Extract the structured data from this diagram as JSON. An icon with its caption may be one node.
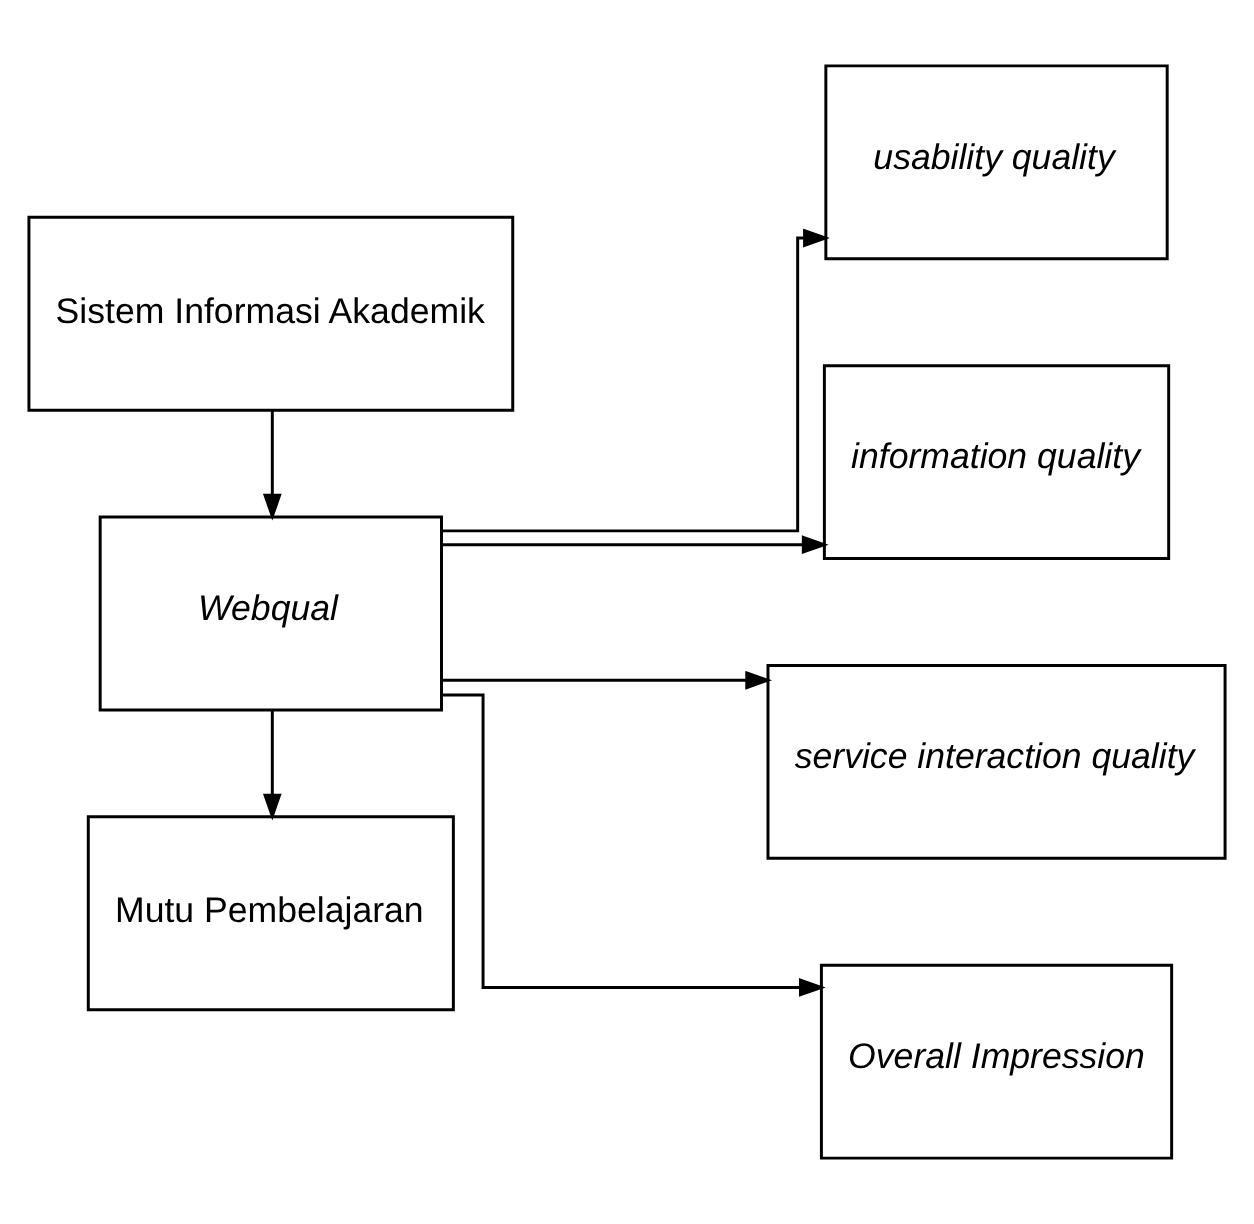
{
  "diagram": {
    "nodes": [
      {
        "text": [
          "Sistem Informasi Akademik"
        ]
      },
      {
        "text": [
          "Webqual"
        ]
      },
      {
        "text": [
          "Mutu Pembelajaran"
        ]
      },
      {
        "text": [
          "usability quality"
        ]
      },
      {
        "text": [
          "information quality"
        ]
      },
      {
        "text": [
          "service interaction quality"
        ]
      },
      {
        "text": [
          "Overall Impression"
        ]
      }
    ],
    "edges": [
      {
        "from": 0,
        "to": 1,
        "arrow": "to"
      },
      {
        "from": 1,
        "to": 2,
        "arrow": "to"
      },
      {
        "from": 1,
        "to": 3,
        "arrow": "to"
      },
      {
        "from": 1,
        "to": 4,
        "arrow": "to"
      },
      {
        "from": 1,
        "to": 5,
        "arrow": "to"
      },
      {
        "from": 1,
        "to": 6,
        "arrow": "to"
      }
    ]
  }
}
